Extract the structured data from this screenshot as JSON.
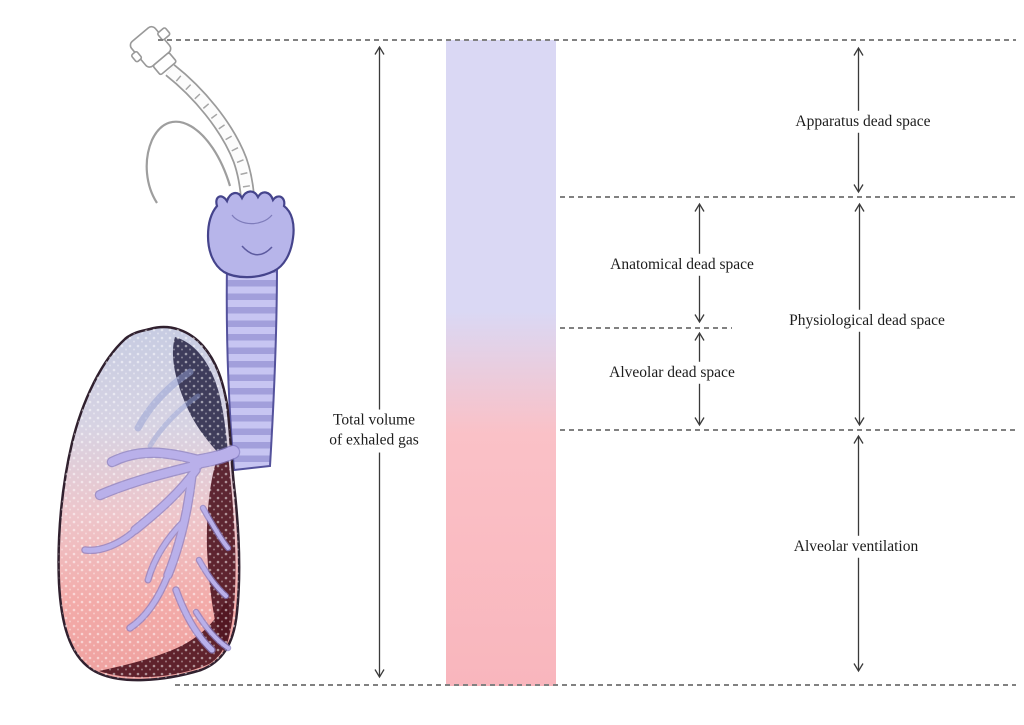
{
  "annotations": [
    {
      "id": "total-volume",
      "line1": "Total volume",
      "line2": "of exhaled gas"
    },
    {
      "id": "apparatus-dead-space",
      "label": "Apparatus dead space"
    },
    {
      "id": "anatomical-dead-space",
      "label": "Anatomical dead space"
    },
    {
      "id": "physiological-dead-space",
      "label": "Physiological dead space"
    },
    {
      "id": "alveolar-dead-space",
      "label": "Alveolar dead space"
    },
    {
      "id": "alveolar-ventilation",
      "label": "Alveolar ventilation"
    }
  ],
  "colors": {
    "bar_top": "#dad8f4",
    "bar_bottom": "#fac1c7",
    "bar_bottom_deep": "#f9b6bd",
    "dashed_line": "#818181",
    "arrow": "#3a3a3a",
    "text": "#1c1c1c",
    "illustration_lavender": "#b7b5ea",
    "illustration_trachea": "#c7c5f2",
    "illustration_lung_blue": "#c7cce2",
    "illustration_lung_pink": "#f3aba9",
    "illustration_dark_red": "#521722",
    "illustration_navy": "#32304f",
    "illustration_outline": "#45448c",
    "tube_grey": "#9b9b9b"
  }
}
